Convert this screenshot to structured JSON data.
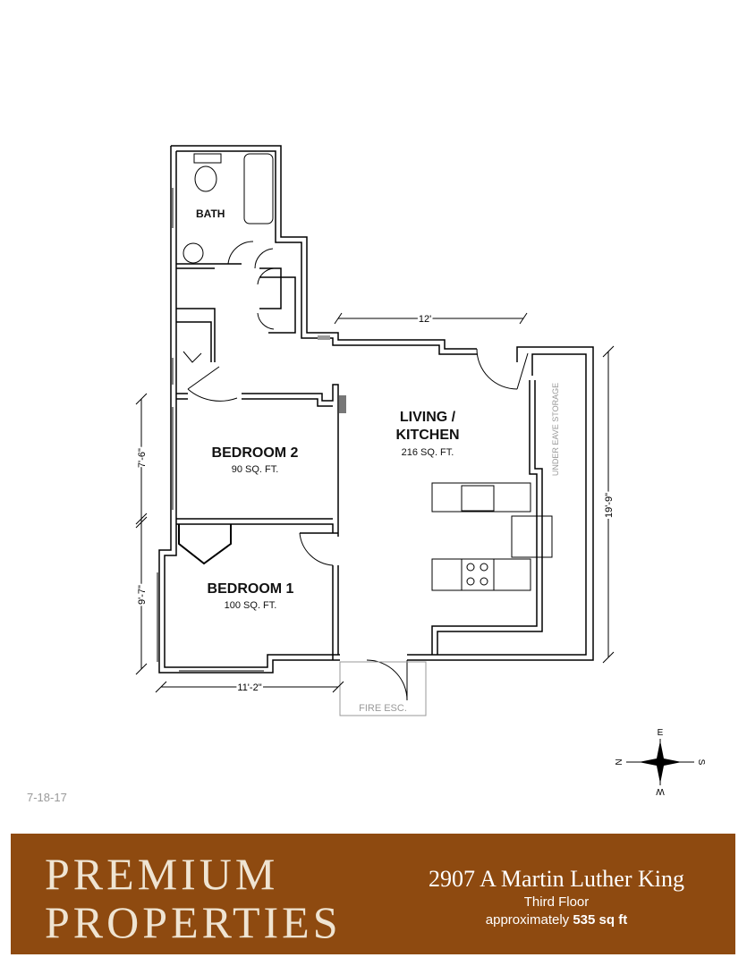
{
  "rooms": {
    "bath": {
      "name": "BATH"
    },
    "bedroom2": {
      "name": "BEDROOM 2",
      "area": "90 SQ. FT."
    },
    "bedroom1": {
      "name": "BEDROOM 1",
      "area": "100 SQ. FT."
    },
    "living": {
      "name_line1": "LIVING /",
      "name_line2": "KITCHEN",
      "area": "216  SQ. FT."
    },
    "storage": {
      "name": "UNDER EAVE STORAGE"
    },
    "fire_escape": {
      "name": "FIRE ESC."
    }
  },
  "dimensions": {
    "living_width": "12'",
    "living_depth": "19'-9\"",
    "bedroom2_depth": "7'-6\"",
    "bedroom1_depth": "9'-7\"",
    "bedroom1_width": "11'-2\""
  },
  "compass": {
    "n": "N",
    "e": "E",
    "s": "S",
    "w": "W"
  },
  "date": "7-18-17",
  "banner": {
    "logo_line1": "PREMIUM",
    "logo_line2": "PROPERTIES",
    "address": "2907 A Martin Luther King",
    "floor": "Third Floor",
    "approx_prefix": "approximately",
    "approx_value": "535 sq ft",
    "color": "#8e4a10"
  }
}
